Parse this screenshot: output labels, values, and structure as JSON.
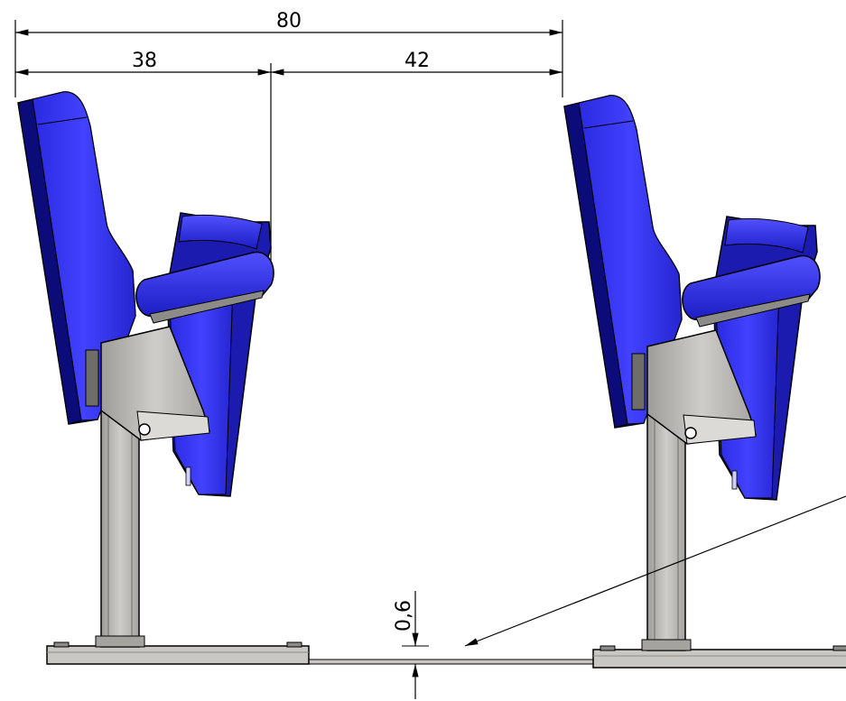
{
  "dimensions": {
    "overall": "80",
    "seat_depth": "38",
    "gap": "42",
    "step_height": "0,6"
  },
  "colors": {
    "seat_blue": "#3a3af2",
    "seat_dark": "#0b0b7a",
    "seat_shade": "#2222c8",
    "metal": "#c3c1bd",
    "metal_dark": "#8d8b87",
    "line": "#000000"
  }
}
